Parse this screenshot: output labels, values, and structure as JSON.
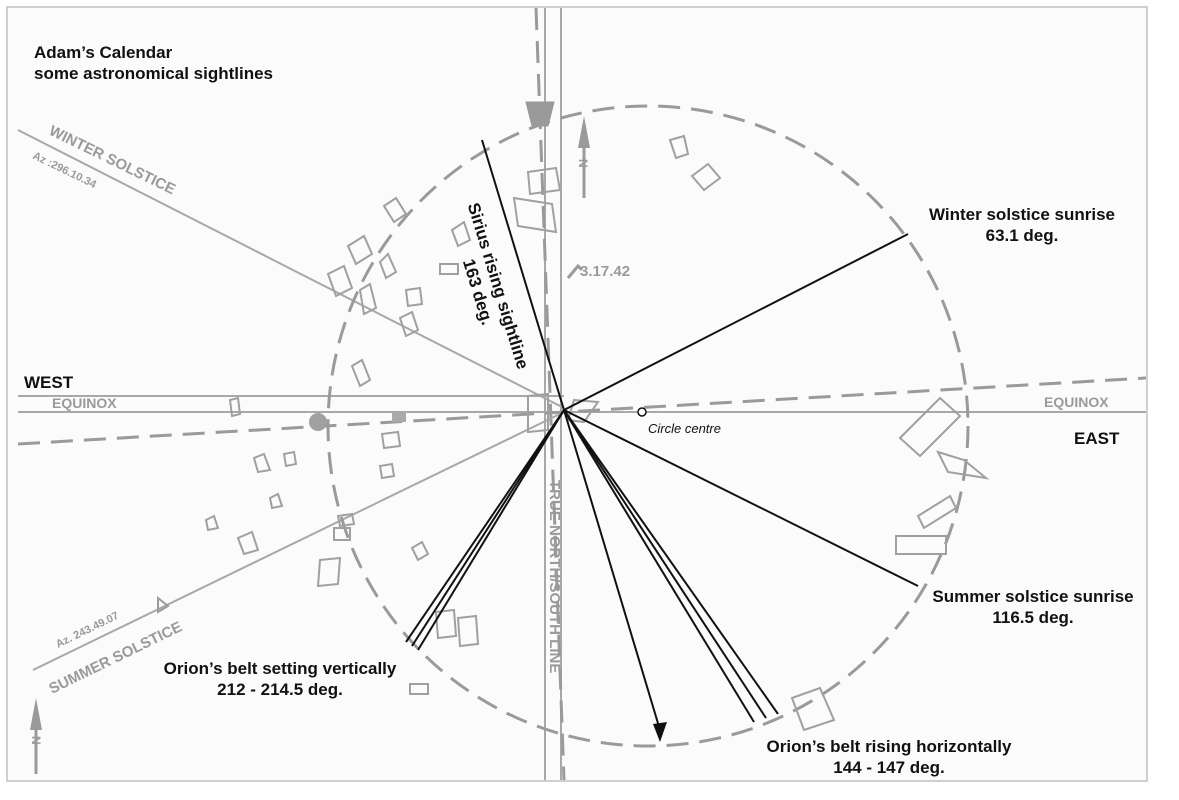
{
  "title": {
    "line1": "Adam’s Calendar",
    "line2": "some astronomical sightlines"
  },
  "directions": {
    "west": "WEST",
    "east": "EAST",
    "equinox_left": "EQUINOX",
    "equinox_right": "EQUINOX",
    "true_north_south": "TRUE NORTH/SOUTH LINE",
    "north_marker": "N"
  },
  "grey_labels": {
    "winter_solstice": "WINTER SOLSTICE",
    "winter_az": "Az :296.10.34",
    "summer_solstice": "SUMMER SOLSTICE",
    "summer_az": "Az. 243.49.07",
    "north_bearing": "3.17.42"
  },
  "annotations": {
    "circle_centre": "Circle centre",
    "sirius": {
      "line1": "Sirius rising sightline",
      "line2": "163 deg."
    },
    "winter_sunrise": {
      "line1": "Winter solstice sunrise",
      "line2": "63.1 deg."
    },
    "summer_sunrise": {
      "line1": "Summer solstice sunrise",
      "line2": "116.5 deg."
    },
    "orion_setting": {
      "line1": "Orion’s belt setting vertically",
      "line2": "212 -  214.5 deg."
    },
    "orion_rising": {
      "line1": "Orion’s belt rising horizontally",
      "line2": "144 - 147 deg."
    }
  },
  "colors": {
    "sightline": "#111111",
    "background_lines": "#a8a8a8",
    "stones": "#a0a0a0"
  }
}
